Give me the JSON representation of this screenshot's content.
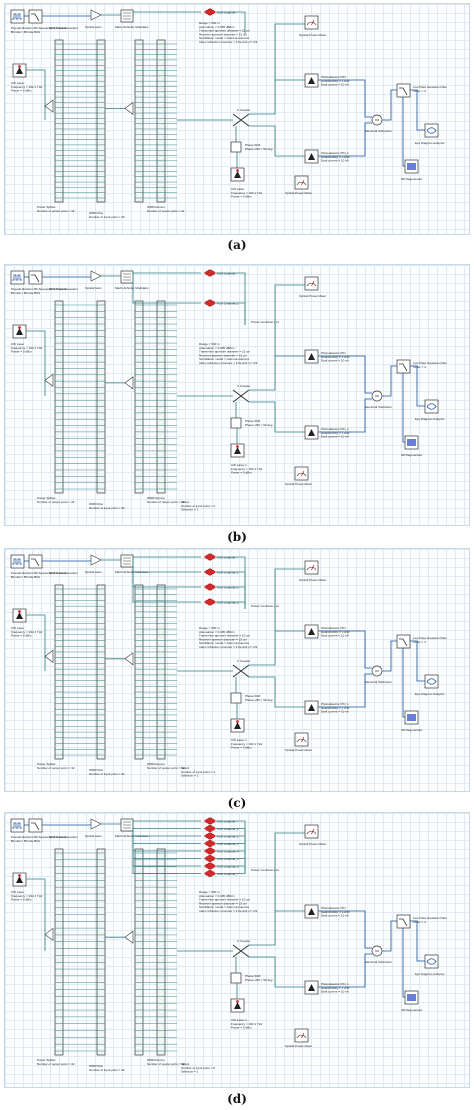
{
  "captions": [
    "(a)",
    "(b)",
    "(c)",
    "(d)"
  ],
  "panels": [
    {
      "id": "a",
      "labels": {
        "prbs": "Pseudo-Random Bit Sequence Generator",
        "prbs_sub": "Bit rate = Bit rate Bit/s",
        "nrz": "NRZ Pulse Generator",
        "gain": "Optical Gain",
        "mzm": "Mach-Zehnder Modulator",
        "fso_channel": "FSO Channel",
        "fso_params": [
          "Range = 500 m",
          "Attenuation = 0.005 dB/km",
          "Transmitter aperture diameter = 10 cm",
          "Receiver aperture diameter = 15 cm",
          "Scintillation model = Gamma-Gamma",
          "Index refraction structure = 2.5e-014 m^-2/3"
        ],
        "opm": "Optical Power Meter",
        "pd1": "Photodetector PIN",
        "pd1_params": [
          "Responsivity = 1 A/W",
          "Dark current = 10 nA"
        ],
        "pd2": "Photodetector PIN_1",
        "pd2_params": [
          "Responsivity = 1 A/W",
          "Dark current = 10 nA"
        ],
        "sub": "Electrical Subtractor",
        "lpf": "Low Pass Gaussian Filter",
        "lpf_params": [
          "Order = 4"
        ],
        "eye": "Eye Diagram Analyzer",
        "regen": "3R Regenerator",
        "coupler": "X Coupler",
        "phase": "Phase Shift",
        "phase_params": [
          "Phase shift = 90 deg"
        ],
        "cw": "CW Laser",
        "cw_params": [
          "Frequency = 193.1 THz",
          "Power = 0 dBm"
        ],
        "cw_main": "CW Laser",
        "cw_main_params": [
          "Frequency = 193.1 THz",
          "Power = 0 dBm"
        ],
        "splitter": "Power Splitter",
        "splitter_params": [
          "Number of output ports = 32"
        ],
        "mux": "WDM Mux",
        "mux_params": [
          "Number of input ports = 32"
        ],
        "demux": "WDM Demux",
        "demux_params": [
          "Number of output ports = 32"
        ],
        "att": "Optical Attenuator",
        "select": "",
        "select_params": []
      }
    },
    {
      "id": "b",
      "labels": {
        "prbs": "Pseudo-Random Bit Sequence Generator",
        "prbs_sub": "Bit rate = Bit rate Bit/s",
        "nrz": "NRZ Pulse Generator",
        "gain": "Optical Gain",
        "mzm": "Mach-Zehnder Modulator",
        "fso_channel": "FSO Channel",
        "fso_params": [
          "Range = 500 m",
          "Attenuation = 0.005 dB/km",
          "Transmitter aperture diameter = 10 cm",
          "Receiver aperture diameter = 15 cm",
          "Scintillation model = Gamma-Gamma",
          "Index refraction structure = 2.5e-014 m^-2/3"
        ],
        "opm": "Optical Power Meter",
        "pd1": "Photodetector PIN",
        "pd1_params": [
          "Responsivity = 1 A/W",
          "Dark current = 10 nA"
        ],
        "pd2": "Photodetector PIN_1",
        "pd2_params": [
          "Responsivity = 1 A/W",
          "Dark current = 10 nA"
        ],
        "sub": "Electrical Subtractor",
        "lpf": "Low Pass Gaussian Filter",
        "lpf_params": [
          "Order = 4"
        ],
        "eye": "Eye Diagram Analyzer",
        "regen": "3R Regenerator",
        "coupler": "X Coupler",
        "phase": "Phase Shift",
        "phase_params": [
          "Phase shift = 90 deg"
        ],
        "cw": "CW Laser 1",
        "cw_params": [
          "Frequency = 193.1 THz",
          "Power = 0 dBm"
        ],
        "cw_main": "CW Laser",
        "cw_main_params": [
          "Frequency = 193.1 THz",
          "Power = 0 dBm"
        ],
        "splitter": "Power Splitter",
        "splitter_params": [
          "Number of output ports = 32"
        ],
        "mux": "WDM Mux",
        "mux_params": [
          "Number of input ports = 32"
        ],
        "demux": "WDM Demux",
        "demux_params": [
          "Number of output ports = 32"
        ],
        "att": "Power Combiner 2x1",
        "select": "Select",
        "select_params": [
          "Number of input ports = 2",
          "Selection = 1"
        ]
      }
    },
    {
      "id": "c",
      "labels": {
        "prbs": "Pseudo-Random Bit Sequence Generator",
        "prbs_sub": "Bit rate = Bit rate Bit/s",
        "nrz": "NRZ Pulse Generator",
        "gain": "Optical Gain",
        "mzm": "Mach-Zehnder Modulator",
        "fso_channel": "FSO Channel",
        "fso_params": [
          "Range = 500 m",
          "Attenuation = 0.005 dB/km",
          "Transmitter aperture diameter = 10 cm",
          "Receiver aperture diameter = 15 cm",
          "Scintillation model = Gamma-Gamma",
          "Index refraction structure = 2.5e-014 m^-2/3"
        ],
        "opm": "Optical Power Meter",
        "pd1": "Photodetector PIN",
        "pd1_params": [
          "Responsivity = 1 A/W",
          "Dark current = 10 nA"
        ],
        "pd2": "Photodetector PIN_1",
        "pd2_params": [
          "Responsivity = 1 A/W",
          "Dark current = 10 nA"
        ],
        "sub": "Electrical Subtractor",
        "lpf": "Low Pass Gaussian Filter",
        "lpf_params": [
          "Order = 4"
        ],
        "eye": "Eye Diagram Analyzer",
        "regen": "3R Regenerator",
        "coupler": "X Coupler",
        "phase": "Phase Shift",
        "phase_params": [
          "Phase shift = 90 deg"
        ],
        "cw": "CW Laser 1",
        "cw_params": [
          "Frequency = 193.1 THz",
          "Power = 0 dBm"
        ],
        "cw_main": "CW Laser",
        "cw_main_params": [
          "Frequency = 193.1 THz",
          "Power = 0 dBm"
        ],
        "splitter": "Power Splitter",
        "splitter_params": [
          "Number of output ports = 32"
        ],
        "mux": "WDM Mux",
        "mux_params": [
          "Number of input ports = 32"
        ],
        "demux": "WDM Demux",
        "demux_params": [
          "Number of output ports = 32"
        ],
        "att": "Power Combiner 4x1",
        "select": "Select",
        "select_params": [
          "Number of input ports = 4",
          "Selection = 1"
        ]
      }
    },
    {
      "id": "d",
      "labels": {
        "prbs": "Pseudo-Random Bit Sequence Generator",
        "prbs_sub": "Bit rate = Bit rate Bit/s",
        "nrz": "NRZ Pulse Generator",
        "gain": "Optical Gain",
        "mzm": "Mach-Zehnder Modulator",
        "fso_channel": "FSO Channel",
        "fso_params": [
          "Range = 500 m",
          "Attenuation = 0.005 dB/km",
          "Transmitter aperture diameter = 10 cm",
          "Receiver aperture diameter = 15 cm",
          "Scintillation model = Gamma-Gamma",
          "Index refraction structure = 2.5e-014 m^-2/3"
        ],
        "opm": "Optical Power Meter",
        "pd1": "Photodetector PIN",
        "pd1_params": [
          "Responsivity = 1 A/W",
          "Dark current = 10 nA"
        ],
        "pd2": "Photodetector PIN_1",
        "pd2_params": [
          "Responsivity = 1 A/W",
          "Dark current = 10 nA"
        ],
        "sub": "Electrical Subtractor",
        "lpf": "Low Pass Gaussian Filter",
        "lpf_params": [
          "Order = 4"
        ],
        "eye": "Eye Diagram Analyzer",
        "regen": "3R Regenerator",
        "coupler": "X Coupler",
        "phase": "Phase Shift",
        "phase_params": [
          "Phase shift = 90 deg"
        ],
        "cw": "CW Laser 1",
        "cw_params": [
          "Frequency = 193.1 THz",
          "Power = 0 dBm"
        ],
        "cw_main": "CW Laser",
        "cw_main_params": [
          "Frequency = 193.1 THz",
          "Power = 0 dBm"
        ],
        "splitter": "Power Splitter",
        "splitter_params": [
          "Number of output ports = 32"
        ],
        "mux": "WDM Mux",
        "mux_params": [
          "Number of input ports = 32"
        ],
        "demux": "WDM Demux",
        "demux_params": [
          "Number of output ports = 32"
        ],
        "att": "Power Combiner 8x1",
        "select": "Select",
        "select_params": [
          "Number of input ports = 8",
          "Selection = 1"
        ]
      }
    }
  ]
}
